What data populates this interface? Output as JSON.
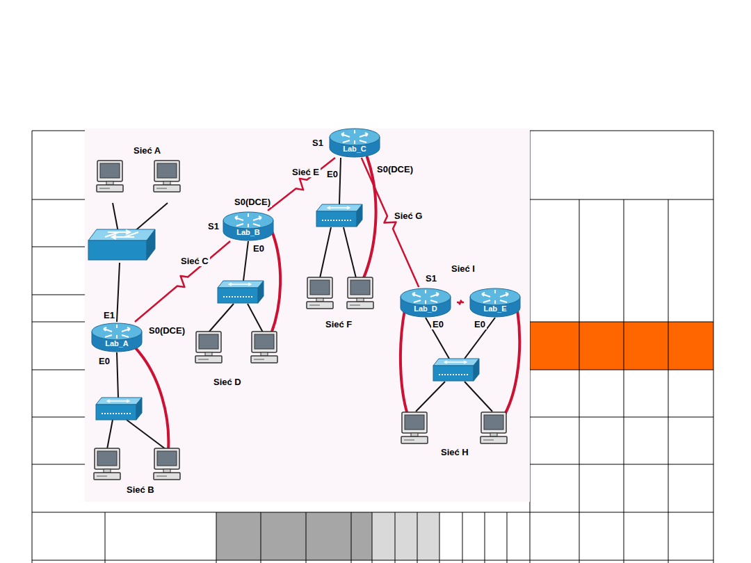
{
  "diagram": {
    "nodes": [
      {
        "text": [
          "Lab_C"
        ]
      },
      {
        "text": [
          "Lab_B"
        ]
      },
      {
        "text": [
          "Lab_D"
        ]
      },
      {
        "text": [
          "Lab_E"
        ]
      },
      {
        "text": [
          "Lab_A"
        ]
      }
    ],
    "edges": [
      {
        "from": 4,
        "to": 1,
        "arrow": "none",
        "label": "Sieć C"
      },
      {
        "from": 1,
        "to": 0,
        "arrow": "none",
        "label": "Sieć E"
      },
      {
        "from": 0,
        "to": 2,
        "arrow": "none",
        "label": "Sieć G"
      },
      {
        "from": 2,
        "to": 3,
        "arrow": "none",
        "label": "Sieć I"
      }
    ],
    "labels": [
      "Sieć A",
      "S1",
      "E0",
      "S0(DCE)",
      "S0(DCE)",
      "S1",
      "E0",
      "Sieć F",
      "S1",
      "E0",
      "E0",
      "E1",
      "S0(DCE)",
      "E0",
      "Sieć D",
      "Sieć H",
      "Sieć B"
    ]
  }
}
